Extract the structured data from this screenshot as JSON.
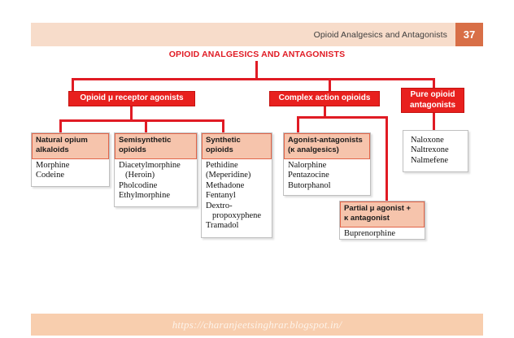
{
  "header": {
    "title": "Opioid Analgesics and Antagonists",
    "page_number": "37",
    "bar_color": "#f7dcca",
    "page_number_color": "#d86f47"
  },
  "chart_title": "OPIOID ANALGESICS AND ANTAGONISTS",
  "accent_color": "#e01b24",
  "box_header_color": "#f6c4ac",
  "categories": {
    "mu_agonists": "Opioid μ receptor agonists",
    "complex_action": "Complex action opioids",
    "pure_antagonists_line1": "Pure opioid",
    "pure_antagonists_line2": "antagonists"
  },
  "boxes": {
    "natural_opium": {
      "header_line1": "Natural opium",
      "header_line2": "alkaloids",
      "items": [
        "Morphine",
        "Codeine"
      ]
    },
    "semisynthetic": {
      "header_line1": "Semisynthetic",
      "header_line2": "opioids",
      "items": [
        "Diacetylmorphine",
        "(Heroin)",
        "Pholcodine",
        "Ethylmorphine"
      ]
    },
    "synthetic": {
      "header_line1": "Synthetic",
      "header_line2": "opioids",
      "items": [
        "Pethidine",
        "(Meperidine)",
        "Methadone",
        "Fentanyl",
        "Dextro-",
        "propoxyphene",
        "Tramadol"
      ]
    },
    "agonist_antagonists": {
      "header_line1": "Agonist-antagonists",
      "header_line2": "(κ analgesics)",
      "items": [
        "Nalorphine",
        "Pentazocine",
        "Butorphanol"
      ]
    },
    "partial_agonist": {
      "header_line1": "Partial μ agonist +",
      "header_line2": "κ antagonist",
      "items": [
        "Buprenorphine"
      ]
    },
    "pure_antagonist_drugs": {
      "items": [
        "Naloxone",
        "Naltrexone",
        "Nalmefene"
      ]
    }
  },
  "footer": {
    "url": "https://charanjeetsinghrar.blogspot.in/"
  }
}
